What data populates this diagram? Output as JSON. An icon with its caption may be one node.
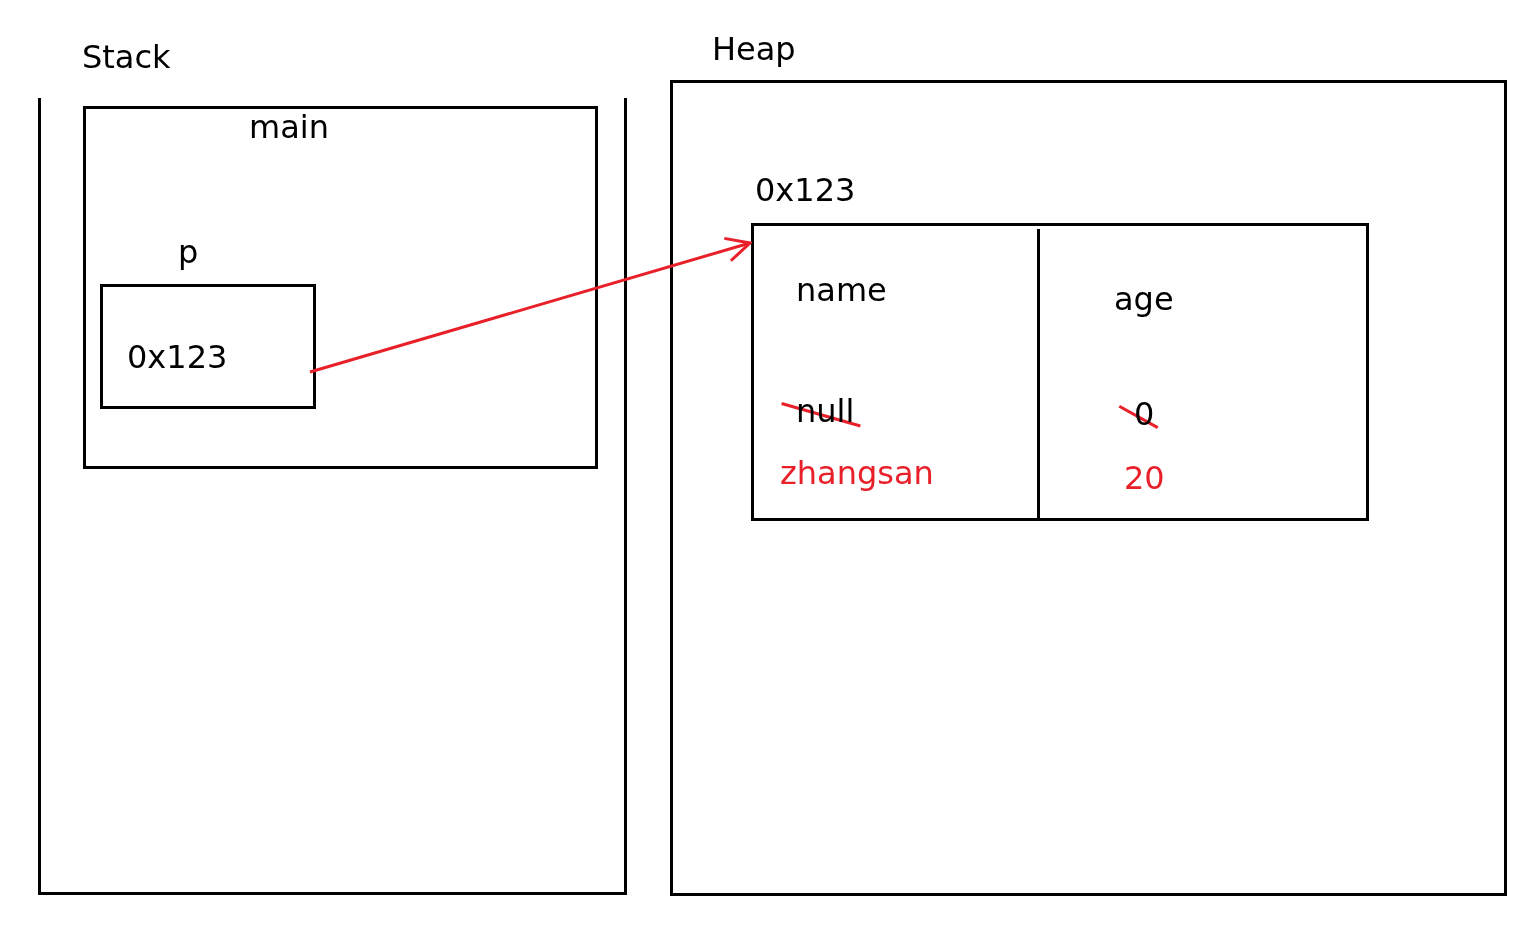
{
  "diagram": {
    "nodes": [
      {
        "text": [
          "Stack"
        ]
      },
      {
        "text": [
          "main"
        ],
        "in": 0
      },
      {
        "text": [
          "p",
          "0x123"
        ],
        "in": 1
      },
      {
        "text": [
          "Heap"
        ]
      },
      {
        "text": [
          "0x123"
        ],
        "in": 3
      },
      {
        "text": [
          "name",
          "null",
          "zhangsan"
        ],
        "in": 4
      },
      {
        "text": [
          "age",
          "0",
          "20"
        ],
        "in": 4
      }
    ],
    "edges": [
      {
        "from": 2,
        "to": 4,
        "arrow": "to",
        "color": "#e8202a"
      }
    ]
  }
}
